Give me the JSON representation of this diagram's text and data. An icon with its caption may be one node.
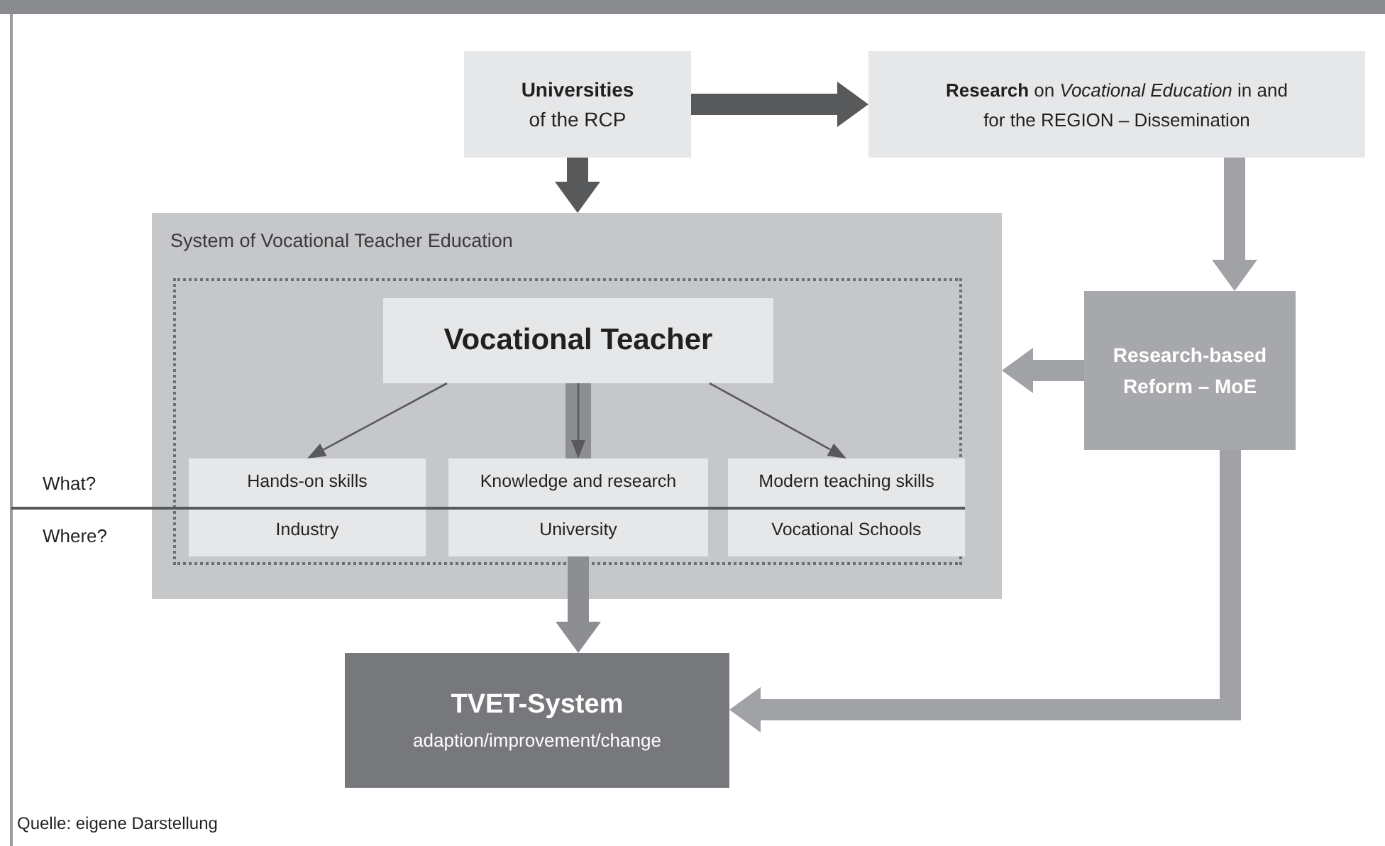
{
  "diagram": {
    "nodes": [
      {
        "text": [
          "Universities",
          "of the RCP"
        ]
      },
      {
        "text": [
          "**Research** on *Vocational Education* in and for the REGION – Dissemination"
        ]
      },
      {
        "text": [
          "System of Vocational Teacher Education"
        ]
      },
      {
        "text": [
          "Vocational Teacher"
        ],
        "in": 2
      },
      {
        "text": [
          "Hands-on skills",
          "Industry"
        ],
        "in": 2
      },
      {
        "text": [
          "Knowledge and research",
          "University"
        ],
        "in": 2
      },
      {
        "text": [
          "Modern teaching skills",
          "Vocational Schools"
        ],
        "in": 2
      },
      {
        "text": [
          "Research-based Reform – MoE"
        ]
      },
      {
        "text": [
          "TVET-System",
          "adaption/improvement/change"
        ]
      }
    ],
    "edges": [
      {
        "from": 0,
        "to": 1,
        "arrow": "to"
      },
      {
        "from": 0,
        "to": 2,
        "arrow": "to"
      },
      {
        "from": 1,
        "to": 7,
        "arrow": "to",
        "color": "#a1a2a6"
      },
      {
        "from": 7,
        "to": 2,
        "arrow": "to",
        "color": "#a1a2a6"
      },
      {
        "from": 3,
        "to": 4,
        "arrow": "to"
      },
      {
        "from": 3,
        "to": 5,
        "arrow": "to"
      },
      {
        "from": 3,
        "to": 6,
        "arrow": "to"
      },
      {
        "from": 5,
        "to": 8,
        "arrow": "to",
        "color": "#8d8e91"
      },
      {
        "from": 7,
        "to": 8,
        "arrow": "to",
        "color": "#a1a2a6"
      }
    ],
    "labels": [
      "What?",
      "Where?",
      "Quelle: eigene Darstellung"
    ]
  }
}
